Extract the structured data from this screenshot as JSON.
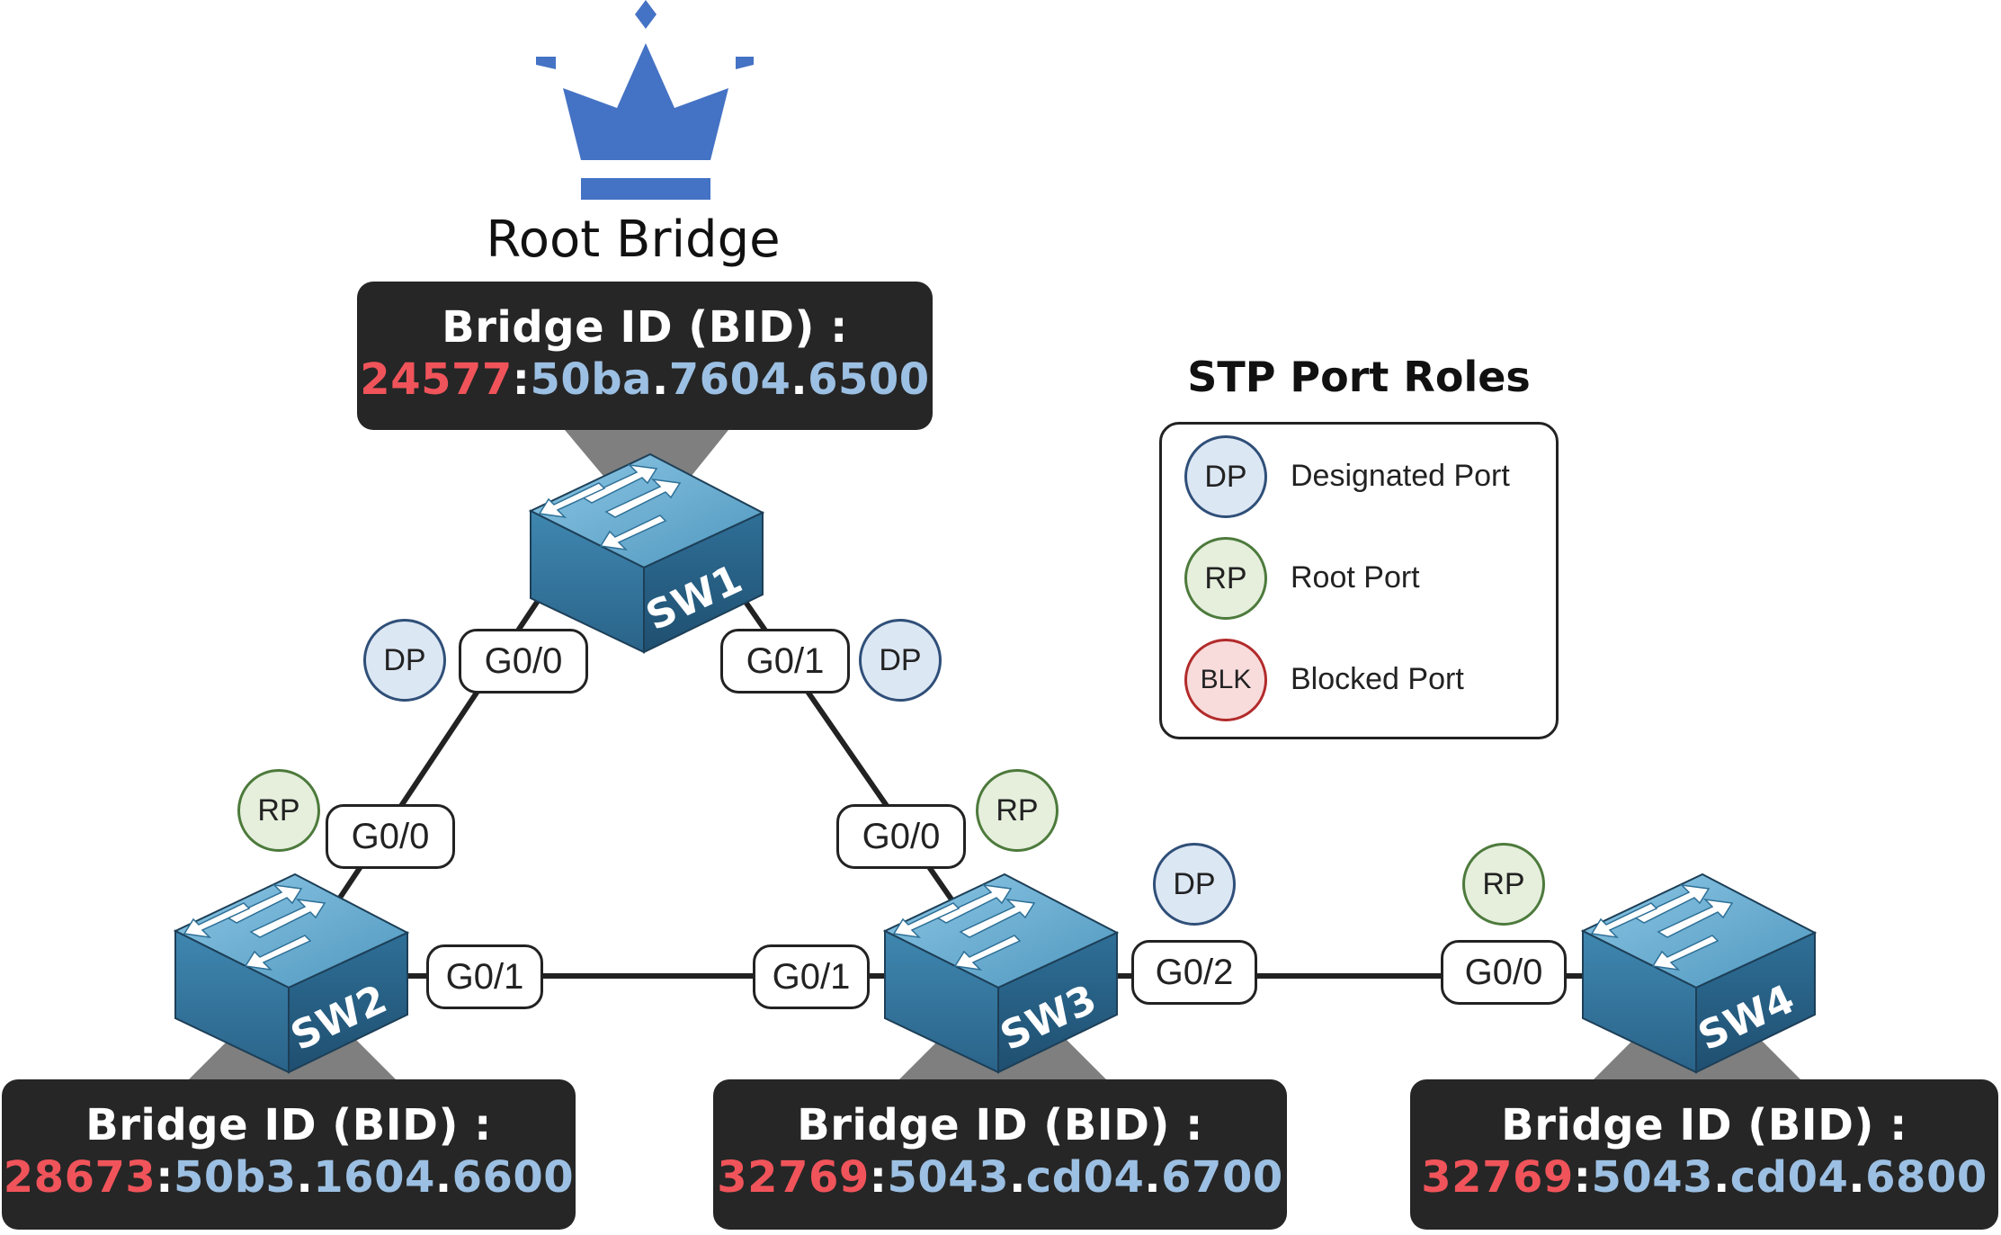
{
  "root_label": "Root Bridge",
  "legend": {
    "title": "STP Port Roles",
    "items": [
      {
        "abbr": "DP",
        "label": "Designated Port"
      },
      {
        "abbr": "RP",
        "label": "Root Port"
      },
      {
        "abbr": "BLK",
        "label": "Blocked Port"
      }
    ]
  },
  "switches": [
    {
      "name": "SW1",
      "bid_title": "Bridge ID (BID) :",
      "priority": "24577",
      "mac": [
        "50ba",
        "7604",
        "6500"
      ]
    },
    {
      "name": "SW2",
      "bid_title": "Bridge ID (BID) :",
      "priority": "28673",
      "mac": [
        "50b3",
        "1604",
        "6600"
      ]
    },
    {
      "name": "SW3",
      "bid_title": "Bridge ID (BID) :",
      "priority": "32769",
      "mac": [
        "5043",
        "cd04",
        "6700"
      ]
    },
    {
      "name": "SW4",
      "bid_title": "Bridge ID (BID) :",
      "priority": "32769",
      "mac": [
        "5043",
        "cd04",
        "6800"
      ]
    }
  ],
  "ports": {
    "sw1_g00": {
      "label": "G0/0",
      "role": "DP"
    },
    "sw1_g01": {
      "label": "G0/1",
      "role": "DP"
    },
    "sw2_g00": {
      "label": "G0/0",
      "role": "RP"
    },
    "sw2_g01": {
      "label": "G0/1"
    },
    "sw3_g00": {
      "label": "G0/0",
      "role": "RP"
    },
    "sw3_g01": {
      "label": "G0/1"
    },
    "sw3_g02": {
      "label": "G0/2",
      "role": "DP"
    },
    "sw4_g00": {
      "label": "G0/0",
      "role": "RP"
    }
  },
  "colors": {
    "crown": "#4472c4",
    "priority": "#f0545a",
    "mac": "#9cc0e3",
    "box": "#262626",
    "switch_top": "#6aaed0",
    "switch_side": "#2f6d92",
    "shadow": "#7f7f7f"
  }
}
